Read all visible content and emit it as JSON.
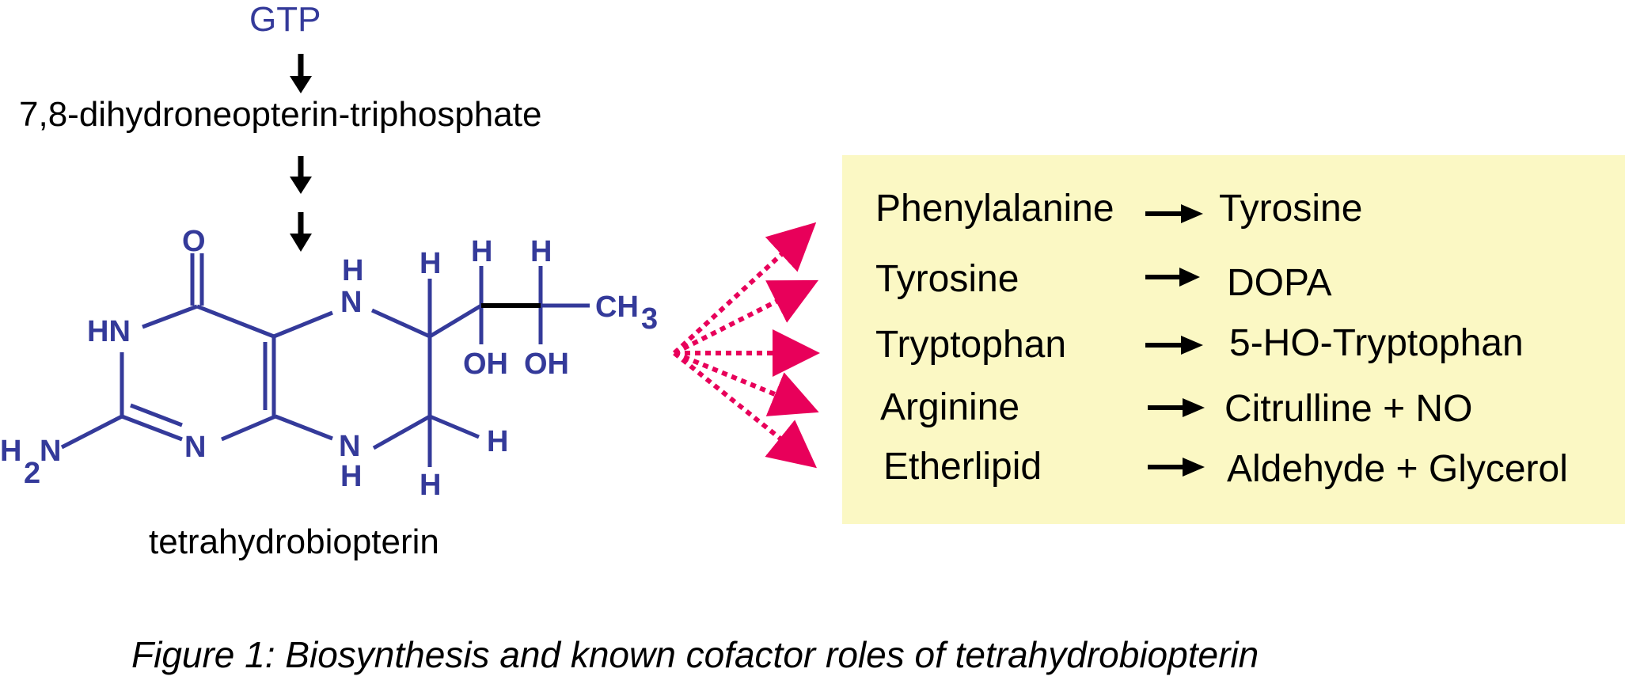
{
  "pathway": {
    "start": "GTP",
    "intermediate": "7,8-dihydroneopterin-triphosphate",
    "product_label": "tetrahydrobiopterin"
  },
  "molecule": {
    "atoms": {
      "O": "O",
      "HN": "HN",
      "H2N_H": "H",
      "H2N_2": "2",
      "H2N_N": "N",
      "N_ring": "N",
      "NH_top_H": "H",
      "NH_top_N": "N",
      "NH_bottom_N": "N",
      "NH_bottom_H": "H",
      "H_c6": "H",
      "H_c7a": "H",
      "H_c7b": "H",
      "H_side1": "H",
      "H_side2": "H",
      "OH1": "OH",
      "OH2": "OH",
      "CH3_text": "CH",
      "CH3_sub": "3"
    }
  },
  "reactions": [
    {
      "substrate": "Phenylalanine",
      "product": "Tyrosine"
    },
    {
      "substrate": "Tyrosine",
      "product": "DOPA"
    },
    {
      "substrate": "Tryptophan",
      "product": "5-HO-Tryptophan"
    },
    {
      "substrate": "Arginine",
      "product": "Citrulline + NO"
    },
    {
      "substrate": "Etherlipid",
      "product": "Aldehyde + Glycerol"
    }
  ],
  "caption": "Figure 1: Biosynthesis and known cofactor roles of tetrahydrobiopterin",
  "colors": {
    "molecule": "#343a9a",
    "dotted_arrows": "#e8005a",
    "box_fill": "#fbf8c4"
  }
}
